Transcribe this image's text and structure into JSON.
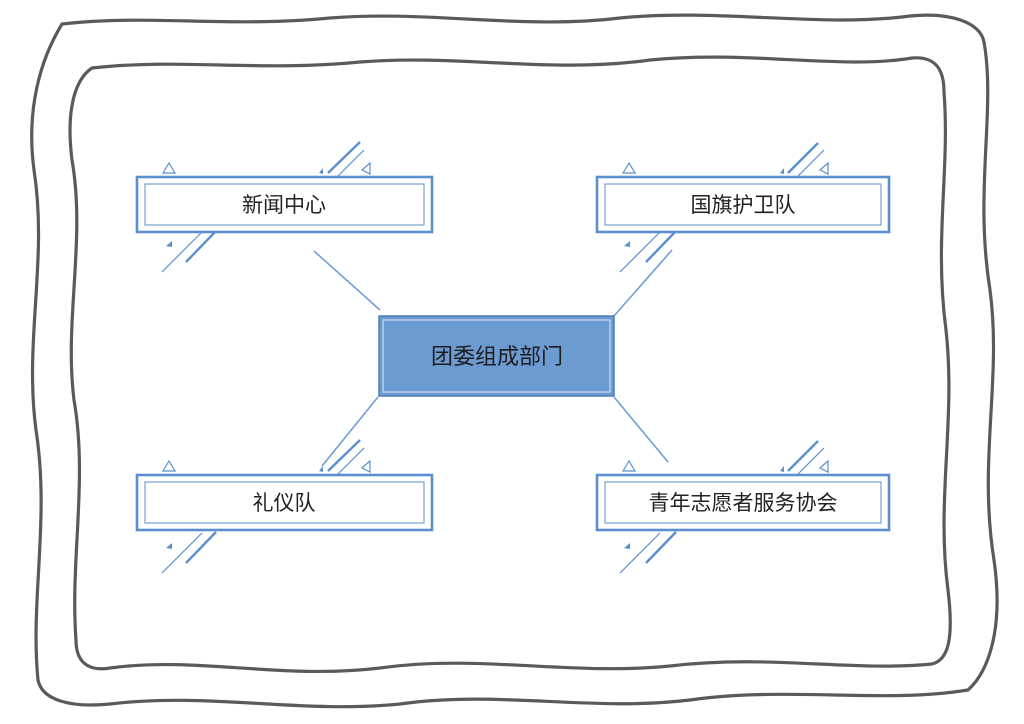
{
  "diagram": {
    "center": {
      "label": "团委组成部门"
    },
    "nodes": [
      {
        "id": "news",
        "label": "新闻中心"
      },
      {
        "id": "flag",
        "label": "国旗护卫队"
      },
      {
        "id": "etiquette",
        "label": "礼仪队"
      },
      {
        "id": "volunteer",
        "label": "青年志愿者服务协会"
      }
    ]
  },
  "colors": {
    "frame": "#5a5a5a",
    "accent": "#5b8fcf",
    "center_fill": "#6b9bd1",
    "connector": "#6f9fd6",
    "text": "#222222"
  }
}
